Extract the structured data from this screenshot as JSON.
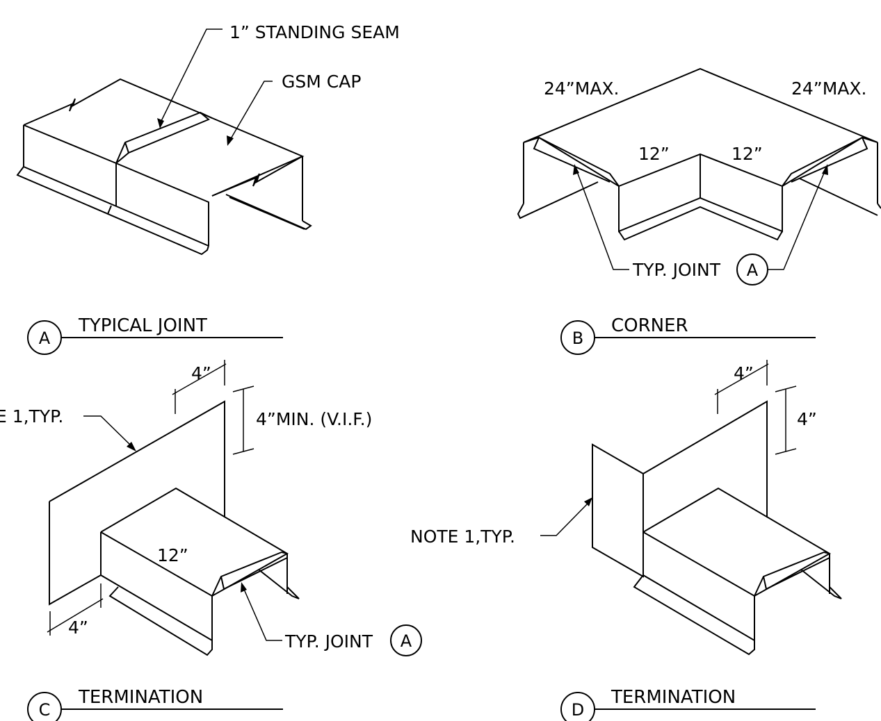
{
  "details": {
    "A": {
      "bubble": "A",
      "title": "TYPICAL JOINT",
      "callouts": {
        "seam": "1” STANDING SEAM",
        "cap": "GSM CAP"
      }
    },
    "B": {
      "bubble": "B",
      "title": "CORNER",
      "dims": {
        "max_left": "24”MAX.",
        "max_right": "24”MAX.",
        "inner_left": "12”",
        "inner_right": "12”"
      },
      "callouts": {
        "joint": "TYP. JOINT",
        "joint_ref": "A"
      }
    },
    "C": {
      "bubble": "C",
      "title": "TERMINATION",
      "dims": {
        "top": "4”",
        "height": "4”MIN. (V.I.F.)",
        "length": "12”",
        "bottom": "4”"
      },
      "callouts": {
        "note": "E 1,TYP.",
        "joint": "TYP. JOINT",
        "joint_ref": "A"
      }
    },
    "D": {
      "bubble": "D",
      "title": "TERMINATION",
      "dims": {
        "top": "4”",
        "height": "4”"
      },
      "callouts": {
        "note": "NOTE 1,TYP."
      }
    }
  }
}
